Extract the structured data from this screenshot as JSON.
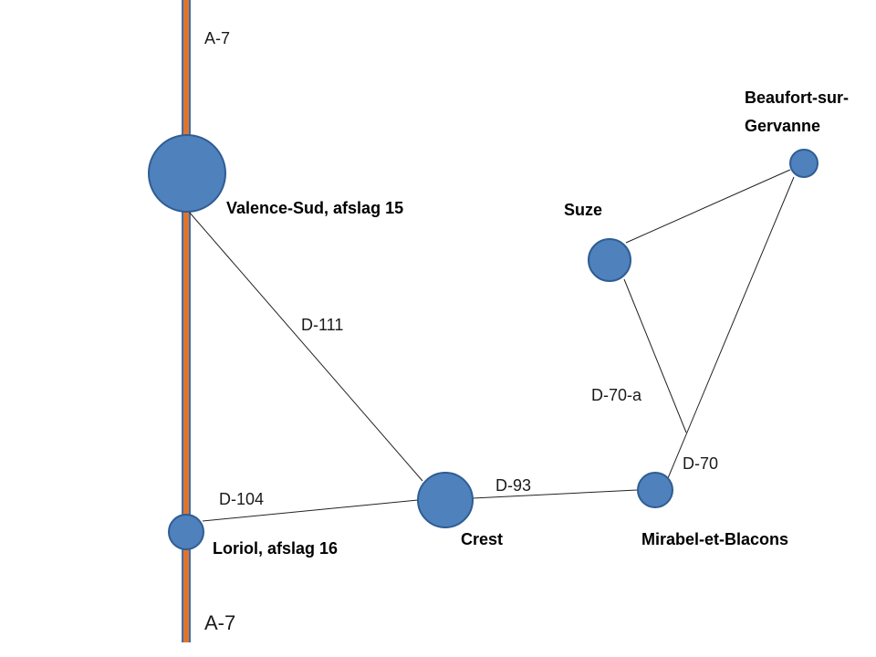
{
  "colors": {
    "motorway_fill": "#e0742c",
    "motorway_edge": "#3f6fa8",
    "node_fill": "#4f81bd",
    "node_stroke": "#2f5d93",
    "road_line": "#222222"
  },
  "motorway": {
    "name_top": "A-7",
    "name_bottom": "A-7"
  },
  "places": {
    "valence_sud": "Valence-Sud, afslag 15",
    "loriol": "Loriol, afslag 16",
    "crest": "Crest",
    "mirabel": "Mirabel-et-Blacons",
    "suze": "Suze",
    "beaufort_line1": "Beaufort-sur-",
    "beaufort_line2": "Gervanne"
  },
  "roads": {
    "d111": "D-111",
    "d104": "D-104",
    "d93": "D-93",
    "d70a": "D-70-a",
    "d70": "D-70"
  }
}
